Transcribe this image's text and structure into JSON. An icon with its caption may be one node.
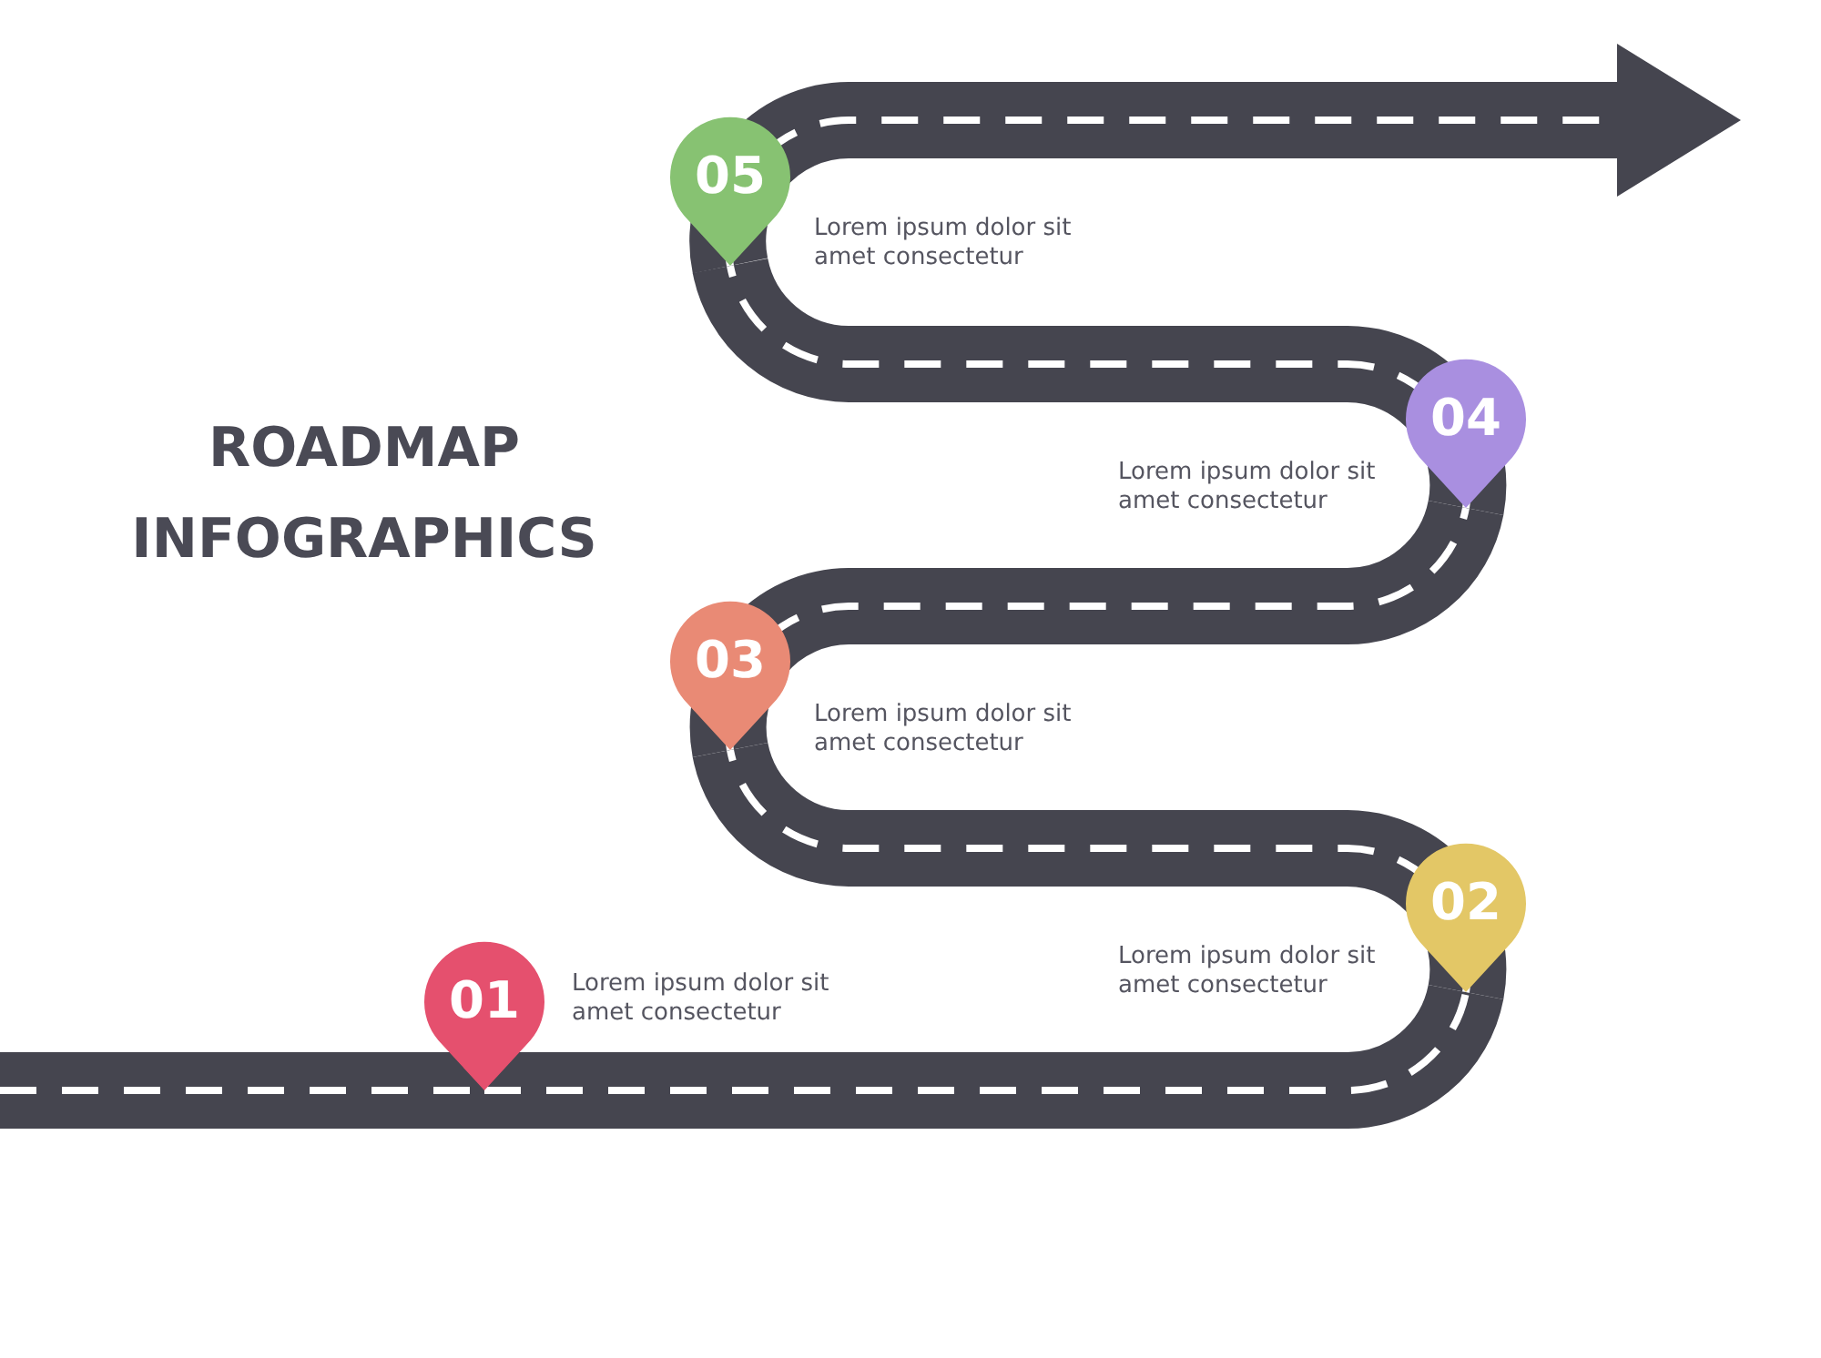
{
  "diagram": {
    "title": "ROADMAP INFOGRAPHICS",
    "nodes": [
      {
        "text": [
          "01"
        ],
        "beside": [
          "Lorem ipsum dolor sit amet consectetur"
        ]
      },
      {
        "text": [
          "02"
        ],
        "beside": [
          "Lorem ipsum dolor sit amet consectetur"
        ]
      },
      {
        "text": [
          "03"
        ],
        "beside": [
          "Lorem ipsum dolor sit amet consectetur"
        ]
      },
      {
        "text": [
          "04"
        ],
        "beside": [
          "Lorem ipsum dolor sit amet consectetur"
        ]
      },
      {
        "text": [
          "05"
        ],
        "beside": [
          "Lorem ipsum dolor sit amet consectetur"
        ]
      }
    ],
    "edges": [
      {
        "from": null,
        "to": 0,
        "arrow": "none"
      },
      {
        "from": 0,
        "to": 1,
        "arrow": "none"
      },
      {
        "from": 1,
        "to": 2,
        "arrow": "none"
      },
      {
        "from": 2,
        "to": 3,
        "arrow": "none"
      },
      {
        "from": 3,
        "to": 4,
        "arrow": "none"
      },
      {
        "from": 4,
        "to": null,
        "arrow": "to"
      }
    ]
  }
}
